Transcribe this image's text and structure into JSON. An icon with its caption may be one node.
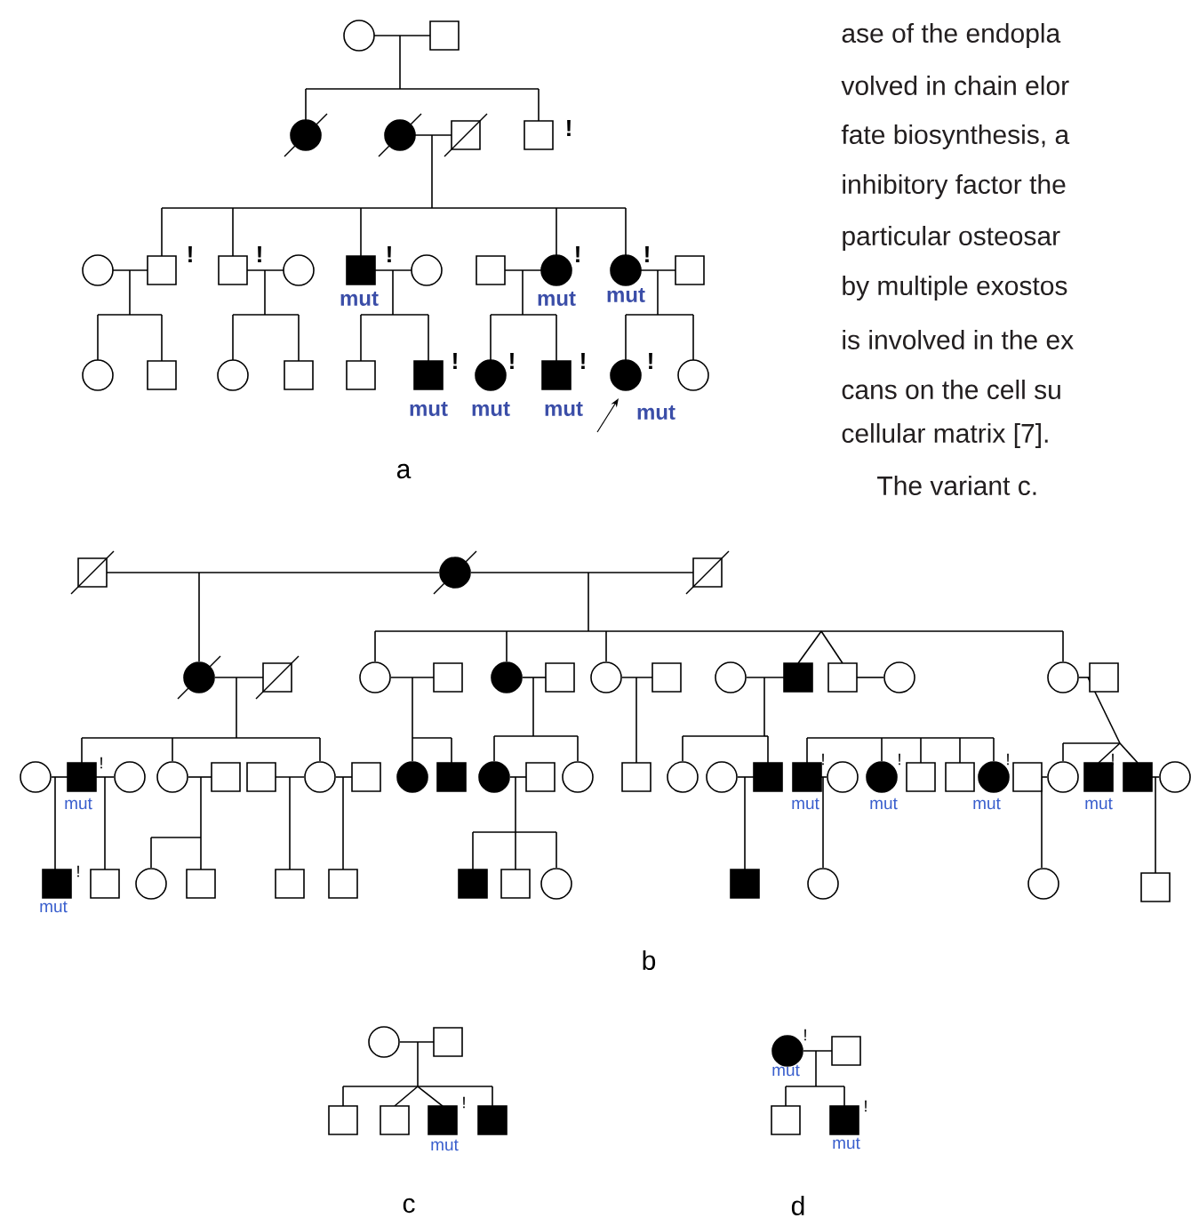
{
  "diagram": {
    "labels": [
      "!",
      "!",
      "!",
      "!",
      "!",
      "!",
      "mut",
      "mut",
      "mut",
      "!",
      "!",
      "!",
      "!",
      "mut",
      "mut",
      "mut",
      "mut",
      "a",
      "ase of the endopla",
      "volved in chain elor",
      "fate biosynthesis, a",
      "inhibitory factor the",
      "particular osteosar",
      "by multiple exostos",
      "is involved in the ex",
      "cans on the cell su",
      "cellular matrix [7].",
      "The variant c.",
      "!",
      "mut",
      "!",
      "mut",
      "!",
      "mut",
      "!",
      "mut",
      "!",
      "mut",
      "!",
      "mut",
      "b",
      "!",
      "mut",
      "c",
      "!",
      "mut",
      "!",
      "mut",
      "d"
    ]
  }
}
